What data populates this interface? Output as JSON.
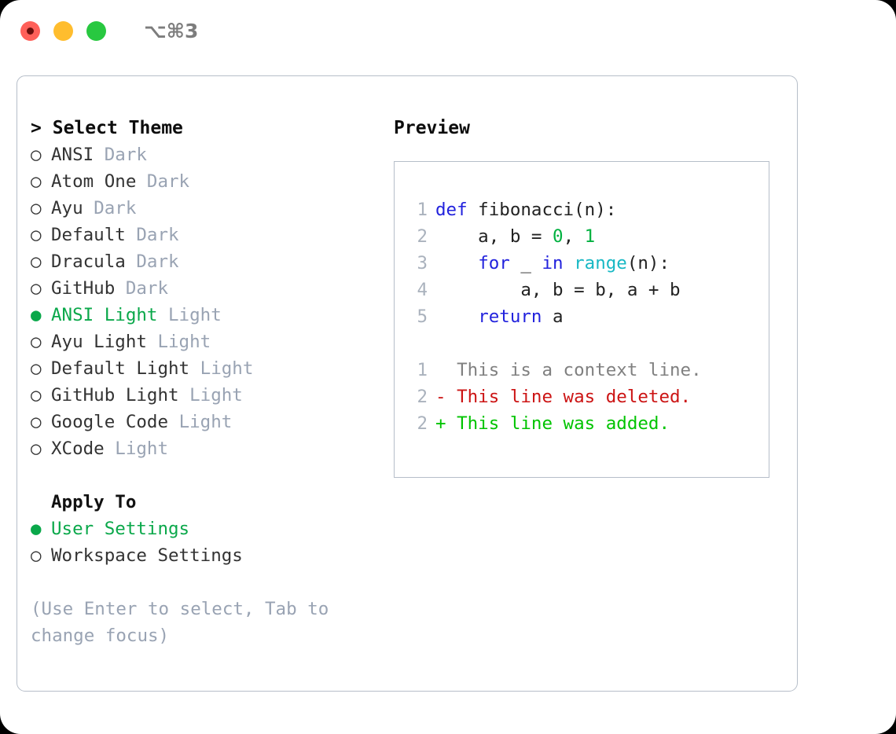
{
  "window": {
    "title": "⌥⌘3",
    "traffic_lights": [
      "close-red",
      "minimize-yellow",
      "zoom-green"
    ]
  },
  "colors": {
    "selected_green": "#0aa84a",
    "dim_gray": "#99a3b3",
    "keyword_blue": "#2222dd",
    "number_green": "#00b140",
    "function_cyan": "#17b8c4",
    "diff_deleted_red": "#cc1414",
    "diff_added_green": "#00c400",
    "border": "#b6bec9"
  },
  "theme_panel": {
    "heading_marker": ">",
    "heading": "Select Theme",
    "items": [
      {
        "bullet": "○",
        "name": "ANSI",
        "kind": "Dark",
        "selected": false
      },
      {
        "bullet": "○",
        "name": "Atom One",
        "kind": "Dark",
        "selected": false
      },
      {
        "bullet": "○",
        "name": "Ayu",
        "kind": "Dark",
        "selected": false
      },
      {
        "bullet": "○",
        "name": "Default",
        "kind": "Dark",
        "selected": false
      },
      {
        "bullet": "○",
        "name": "Dracula",
        "kind": "Dark",
        "selected": false
      },
      {
        "bullet": "○",
        "name": "GitHub",
        "kind": "Dark",
        "selected": false
      },
      {
        "bullet": "●",
        "name": "ANSI Light",
        "kind": "Light",
        "selected": true
      },
      {
        "bullet": "○",
        "name": "Ayu Light",
        "kind": "Light",
        "selected": false
      },
      {
        "bullet": "○",
        "name": "Default Light",
        "kind": "Light",
        "selected": false
      },
      {
        "bullet": "○",
        "name": "GitHub Light",
        "kind": "Light",
        "selected": false
      },
      {
        "bullet": "○",
        "name": "Google Code",
        "kind": "Light",
        "selected": false
      },
      {
        "bullet": "○",
        "name": "XCode",
        "kind": "Light",
        "selected": false
      }
    ],
    "apply_to_label": "Apply To",
    "apply_to_options": [
      {
        "bullet": "●",
        "label": "User Settings",
        "selected": true
      },
      {
        "bullet": "○",
        "label": "Workspace Settings",
        "selected": false
      }
    ],
    "hint": "(Use Enter to select, Tab to change focus)"
  },
  "preview": {
    "title": "Preview",
    "code_lines": [
      {
        "n": "1",
        "tokens": [
          {
            "t": "def",
            "c": "kw"
          },
          {
            "t": " fibonacci(n):",
            "c": "plain"
          }
        ]
      },
      {
        "n": "2",
        "tokens": [
          {
            "t": "    a, b = ",
            "c": "plain"
          },
          {
            "t": "0",
            "c": "num"
          },
          {
            "t": ", ",
            "c": "plain"
          },
          {
            "t": "1",
            "c": "num"
          }
        ]
      },
      {
        "n": "3",
        "tokens": [
          {
            "t": "    ",
            "c": "plain"
          },
          {
            "t": "for",
            "c": "kw"
          },
          {
            "t": " _ ",
            "c": "plain"
          },
          {
            "t": "in",
            "c": "kw"
          },
          {
            "t": " ",
            "c": "plain"
          },
          {
            "t": "range",
            "c": "fn"
          },
          {
            "t": "(n):",
            "c": "plain"
          }
        ]
      },
      {
        "n": "4",
        "tokens": [
          {
            "t": "        a, b = b, a + b",
            "c": "plain"
          }
        ]
      },
      {
        "n": "5",
        "tokens": [
          {
            "t": "    ",
            "c": "plain"
          },
          {
            "t": "return",
            "c": "kw"
          },
          {
            "t": " a",
            "c": "plain"
          }
        ]
      }
    ],
    "diff_lines": [
      {
        "n": "1",
        "marker": " ",
        "text": " This is a context line.",
        "style": "ctx"
      },
      {
        "n": "2",
        "marker": "-",
        "text": " This line was deleted.",
        "style": "del"
      },
      {
        "n": "2",
        "marker": "+",
        "text": " This line was added.",
        "style": "add"
      }
    ]
  }
}
